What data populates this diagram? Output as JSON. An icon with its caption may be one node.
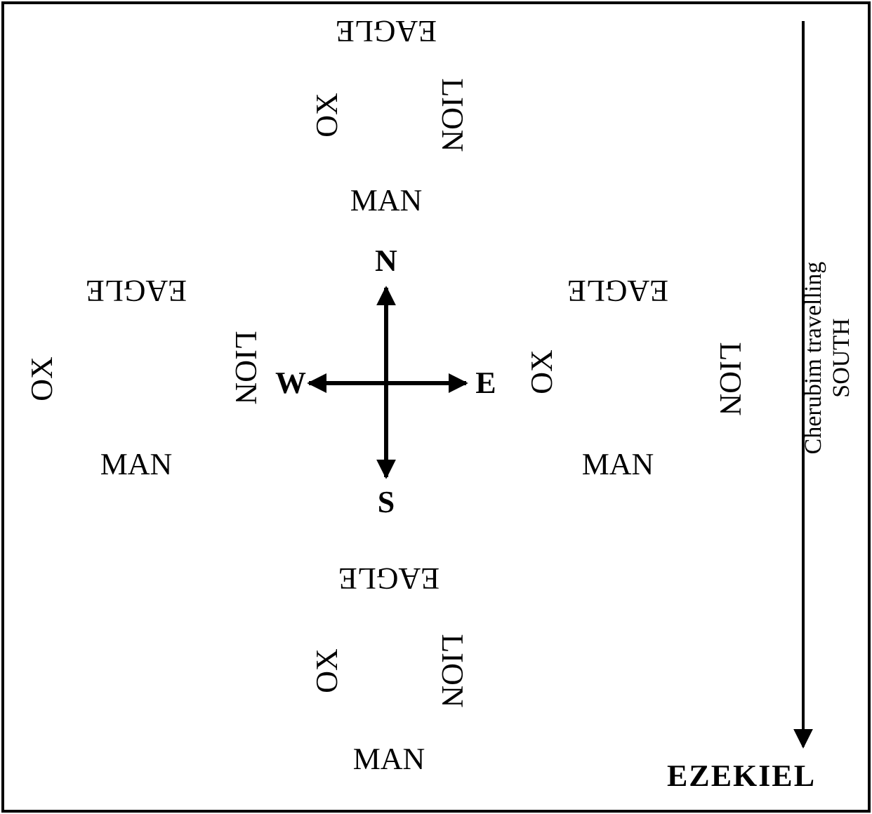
{
  "diagram": {
    "labels": [
      "EAGLE",
      "OX",
      "LION",
      "MAN",
      "EAGLE",
      "N",
      "EAGLE",
      "OX",
      "LION",
      "W",
      "E",
      "OX",
      "LION",
      "MAN",
      "S",
      "MAN",
      "EAGLE",
      "OX",
      "LION",
      "MAN",
      "Cherubim travelling SOUTH",
      "EZEKIEL"
    ]
  }
}
